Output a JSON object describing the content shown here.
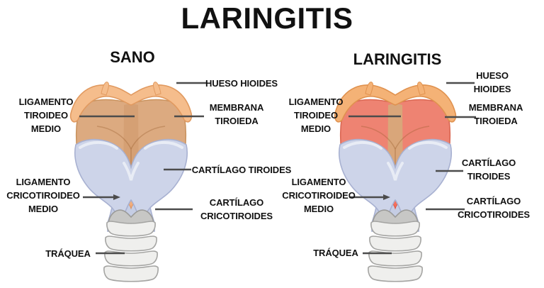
{
  "title": "LARINGITIS",
  "diagrams": [
    {
      "heading": "SANO",
      "labels": {
        "ligamento_tiroideo_medio": "LIGAMENTO\nTIROIDEO\nMEDIO",
        "hueso_hioides": "HUESO HIOIDES",
        "membrana_tiroieda": "MEMBRANA\nTIROIEDA",
        "cartilago_tiroides": "CARTÍLAGO TIROIDES",
        "ligamento_cricotiroideo_medio": "LIGAMENTO\nCRICOTIROIDEO\nMEDIO",
        "cartilago_cricotiroides": "CARTÍLAGO\nCRICOTIROIDES",
        "traquea": "TRÁQUEA"
      }
    },
    {
      "heading": "LARINGITIS",
      "labels": {
        "ligamento_tiroideo_medio": "LIGAMENTO\nTIROIDEO\nMEDIO",
        "hueso_hioides": "HUESO\nHIOIDES",
        "membrana_tiroieda": "MEMBRANA\nTIROIEDA",
        "cartilago_tiroides": "CARTÍLAGO\nTIROIDES",
        "ligamento_cricotiroideo_medio": "LIGAMENTO\nCRICOTIROIDEO\nMEDIO",
        "cartilago_cricotiroides": "CARTÍLAGO\nCRICOTIROIDES",
        "traquea": "TRÁQUEA"
      }
    }
  ],
  "colors": {
    "sano": {
      "hyoid": "#f5bd8c",
      "hyoid_edge": "#e19a60",
      "membrane": "#dcaa80",
      "membrane_edge": "#c9935f",
      "ligament": "#d5a074",
      "patch": "#f2ad7c",
      "patch_edge": "#db8f58"
    },
    "laringitis": {
      "hyoid": "#f4b276",
      "hyoid_edge": "#e0924f",
      "membrane": "#ee8372",
      "membrane_edge": "#da6753",
      "ligament": "#d9a67a",
      "patch": "#f56e5a",
      "patch_edge": "#de5240"
    },
    "shared": {
      "cartilage": "#cdd4e9",
      "cartilage_edge": "#a8b1d1",
      "column": "#c5cde4",
      "cricoid": "#c7c7c5",
      "cricoid_edge": "#9b9b99",
      "ring": "#efefed",
      "ring_edge": "#a4a4a2",
      "leader": "#4c4c4c"
    }
  }
}
